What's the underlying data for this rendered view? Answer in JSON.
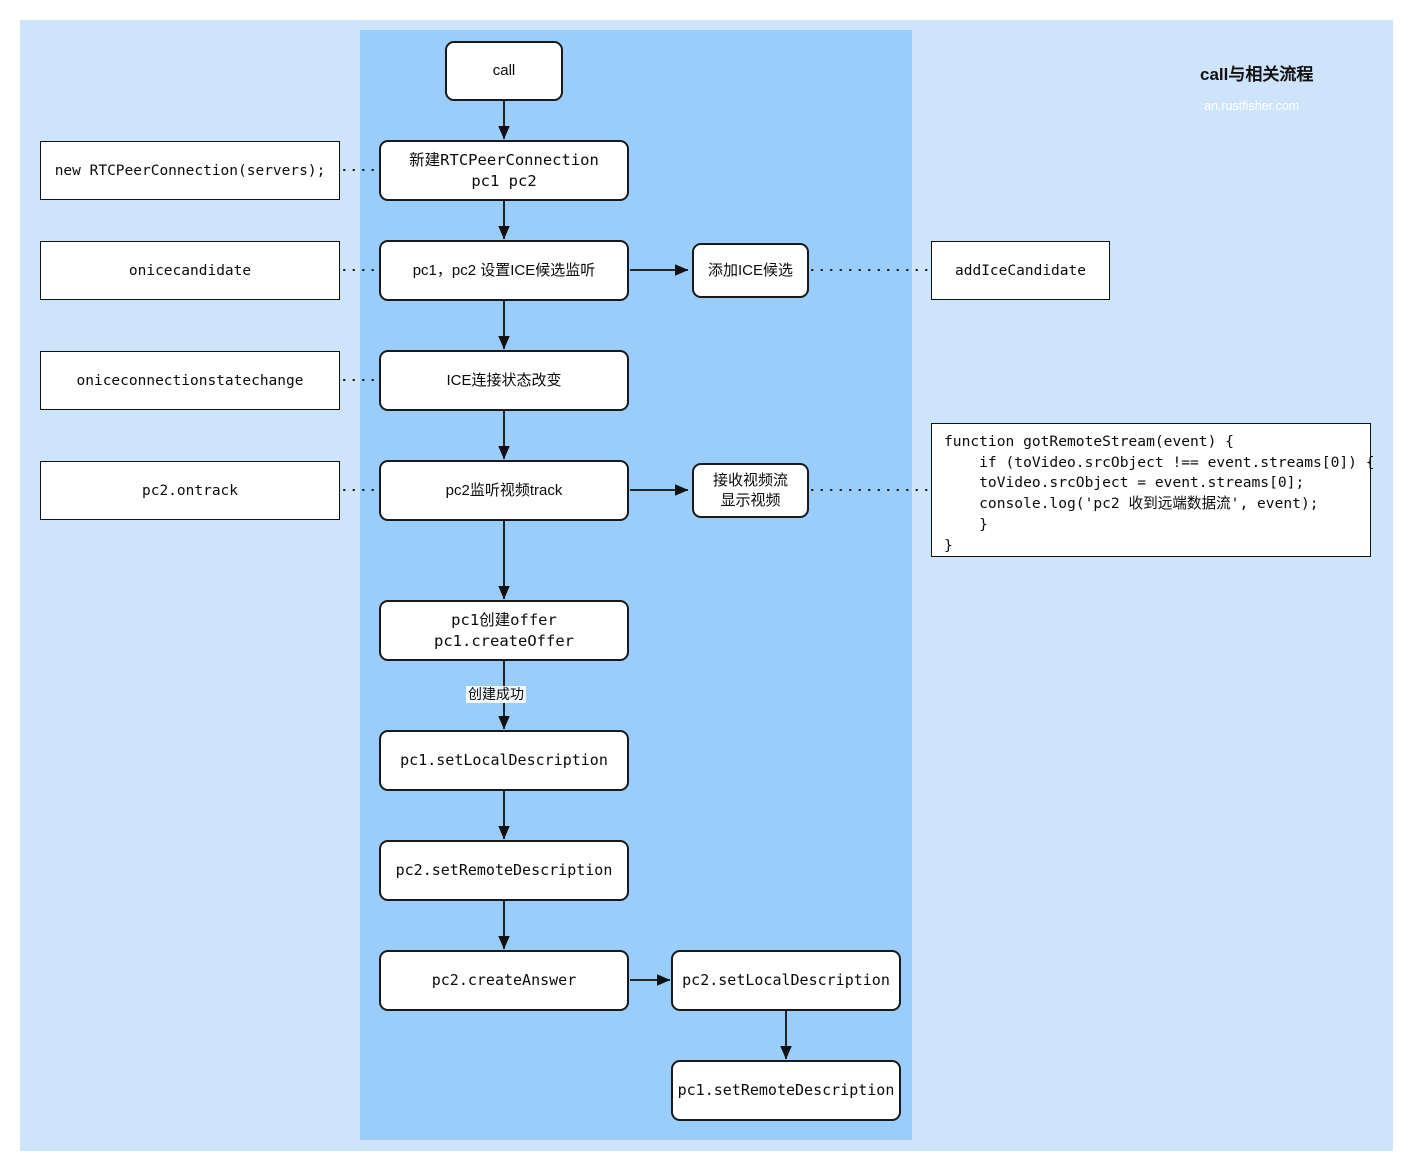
{
  "header": {
    "title": "call与相关流程",
    "subtitle": "an.rustfisher.com"
  },
  "colors": {
    "outer_band": "#cde4fb",
    "inner_band": "#9bcdfb",
    "node_fill": "#ffffff",
    "node_stroke": "#1a1a1a",
    "page_background": "#ffffff"
  },
  "flow": {
    "nodes": {
      "call": "call",
      "new_peer_connection": "新建RTCPeerConnection\npc1 pc2",
      "ice_candidate_listen": "pc1，pc2 设置ICE候选监听",
      "ice_state_change": "ICE连接状态改变",
      "pc2_track_listen": "pc2监听视频track",
      "pc1_create_offer": "pc1创建offer\npc1.createOffer",
      "pc1_set_local": "pc1.setLocalDescription",
      "pc2_set_remote": "pc2.setRemoteDescription",
      "pc2_create_answer": "pc2.createAnswer",
      "pc2_set_local": "pc2.setLocalDescription",
      "pc1_set_remote": "pc1.setRemoteDescription",
      "add_ice_candidate_cn": "添加ICE候选",
      "receive_video": "接收视频流\n显示视频"
    },
    "edge_labels": {
      "create_success": "创建成功"
    }
  },
  "annotations": {
    "left": [
      {
        "id": "new-rtcpeerconnection",
        "text": "new RTCPeerConnection(servers);"
      },
      {
        "id": "onicecandidate",
        "text": "onicecandidate"
      },
      {
        "id": "oniceconnectionstatechange",
        "text": "oniceconnectionstatechange"
      },
      {
        "id": "pc2-ontrack",
        "text": "pc2.ontrack"
      }
    ],
    "right": [
      {
        "id": "addicecandidate",
        "text": "addIceCandidate"
      }
    ],
    "code": {
      "id": "got-remote-stream",
      "text": "function gotRemoteStream(event) {\n    if (toVideo.srcObject !== event.streams[0]) {\n    toVideo.srcObject = event.streams[0];\n    console.log('pc2 收到远端数据流', event);\n    }\n}"
    }
  }
}
